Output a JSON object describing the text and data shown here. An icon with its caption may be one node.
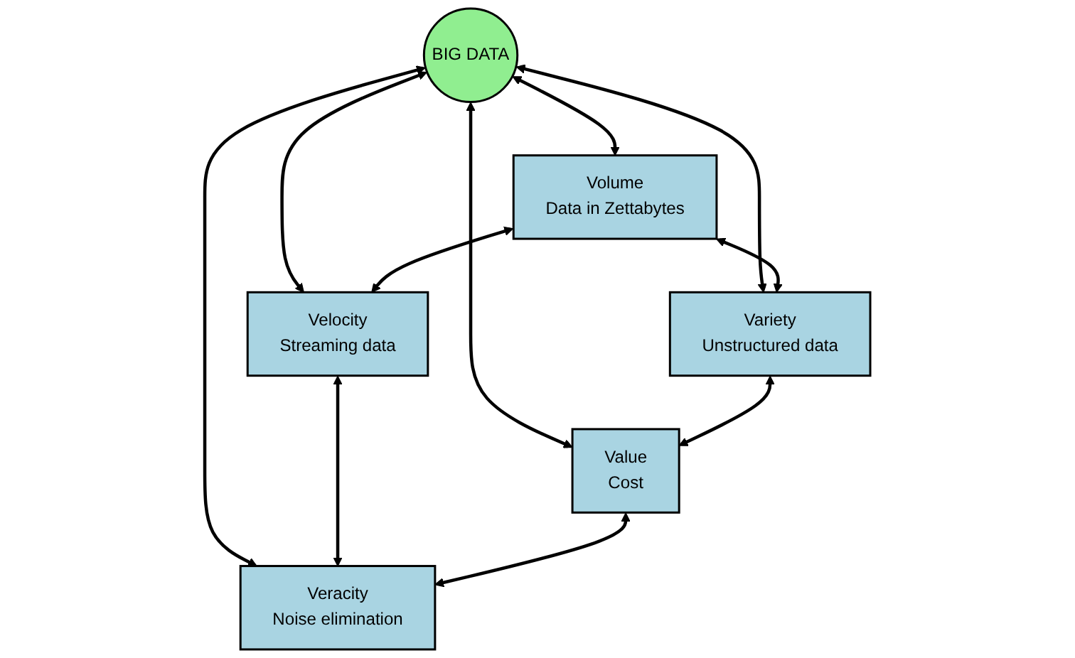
{
  "diagram": {
    "nodes": [
      {
        "text": [
          "Volume",
          "Data in Zettabytes"
        ]
      },
      {
        "text": [
          "Variety",
          "Unstructured data"
        ]
      },
      {
        "text": [
          "BIG DATA"
        ]
      },
      {
        "text": [
          "Velocity",
          "Streaming data"
        ]
      },
      {
        "text": [
          "Value",
          "Cost"
        ]
      },
      {
        "text": [
          "Veracity",
          "Noise elimination"
        ]
      }
    ],
    "edges": [
      {
        "from": 2,
        "to": 0,
        "arrow": "both"
      },
      {
        "from": 2,
        "to": 1,
        "arrow": "both"
      },
      {
        "from": 2,
        "to": 3,
        "arrow": "both"
      },
      {
        "from": 2,
        "to": 4,
        "arrow": "both"
      },
      {
        "from": 2,
        "to": 5,
        "arrow": "both"
      },
      {
        "from": 0,
        "to": 1,
        "arrow": "both"
      },
      {
        "from": 0,
        "to": 3,
        "arrow": "both"
      },
      {
        "from": 1,
        "to": 4,
        "arrow": "both"
      },
      {
        "from": 3,
        "to": 5,
        "arrow": "both"
      },
      {
        "from": 4,
        "to": 5,
        "arrow": "both"
      }
    ]
  }
}
